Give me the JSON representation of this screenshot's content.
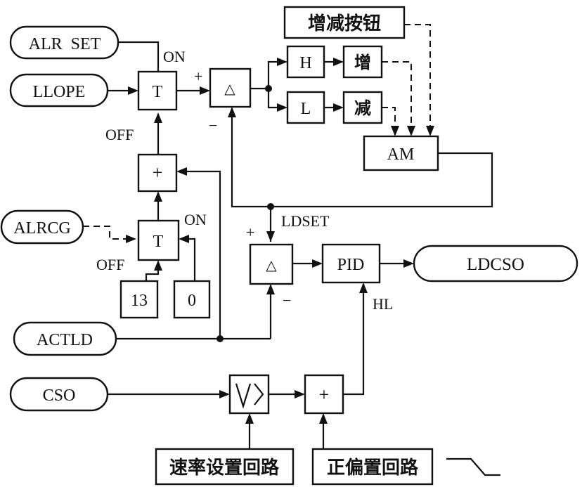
{
  "terminals": {
    "alr_set": "ALR  SET",
    "llope": "LLOPE",
    "alrcg": "ALRCG",
    "actld": "ACTLD",
    "cso": "CSO",
    "ldcso": "LDCSO"
  },
  "blocks": {
    "t_upper": "T",
    "t_lower": "T",
    "delta_upper": "△",
    "delta_lower": "△",
    "h": "H",
    "l": "L",
    "inc": "增",
    "dec": "减",
    "am": "AM",
    "plus_left": "+",
    "plus_bottom": "+",
    "pid": "PID",
    "const_13": "13",
    "const_0": "0",
    "incdec_buttons": "增减按钮",
    "rate_setting_loop": "速率设置回路",
    "positive_bias_loop": "正偏置回路"
  },
  "labels": {
    "on_upper": "ON",
    "off_upper": "OFF",
    "on_lower": "ON",
    "off_lower": "OFF",
    "plus_upper": "+",
    "minus_upper": "−",
    "plus_lower": "+",
    "minus_lower": "−",
    "ldset": "LDSET",
    "hl": "HL"
  }
}
